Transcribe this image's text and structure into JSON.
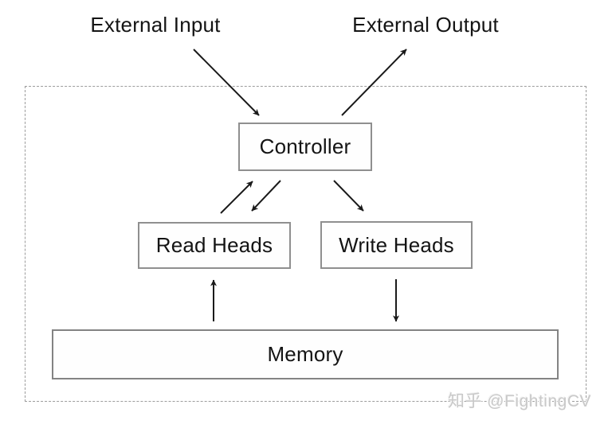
{
  "diagram": {
    "type": "architecture-diagram",
    "labels": {
      "external_input": "External Input",
      "external_output": "External Output"
    },
    "nodes": {
      "controller": {
        "label": "Controller"
      },
      "read_heads": {
        "label": "Read Heads"
      },
      "write_heads": {
        "label": "Write Heads"
      },
      "memory": {
        "label": "Memory"
      }
    },
    "edges": [
      {
        "from": "external-input",
        "to": "controller",
        "directed": true
      },
      {
        "from": "controller",
        "to": "external-output",
        "directed": true
      },
      {
        "from": "read-heads",
        "to": "controller",
        "directed": true
      },
      {
        "from": "controller",
        "to": "read-heads",
        "directed": true
      },
      {
        "from": "controller",
        "to": "write-heads",
        "directed": true
      },
      {
        "from": "memory",
        "to": "read-heads",
        "directed": true
      },
      {
        "from": "write-heads",
        "to": "memory",
        "directed": true
      }
    ],
    "boundary": {
      "style": "dashed",
      "meaning": "system-boundary"
    },
    "watermark": "知乎 @FightingCV",
    "colors": {
      "background": "#ffffff",
      "box_border": "#8f8f8f",
      "dashed_border": "#9c9c9c",
      "arrow": "#1a1a1a",
      "text": "#141414",
      "watermark": "#c9c9c9"
    }
  }
}
